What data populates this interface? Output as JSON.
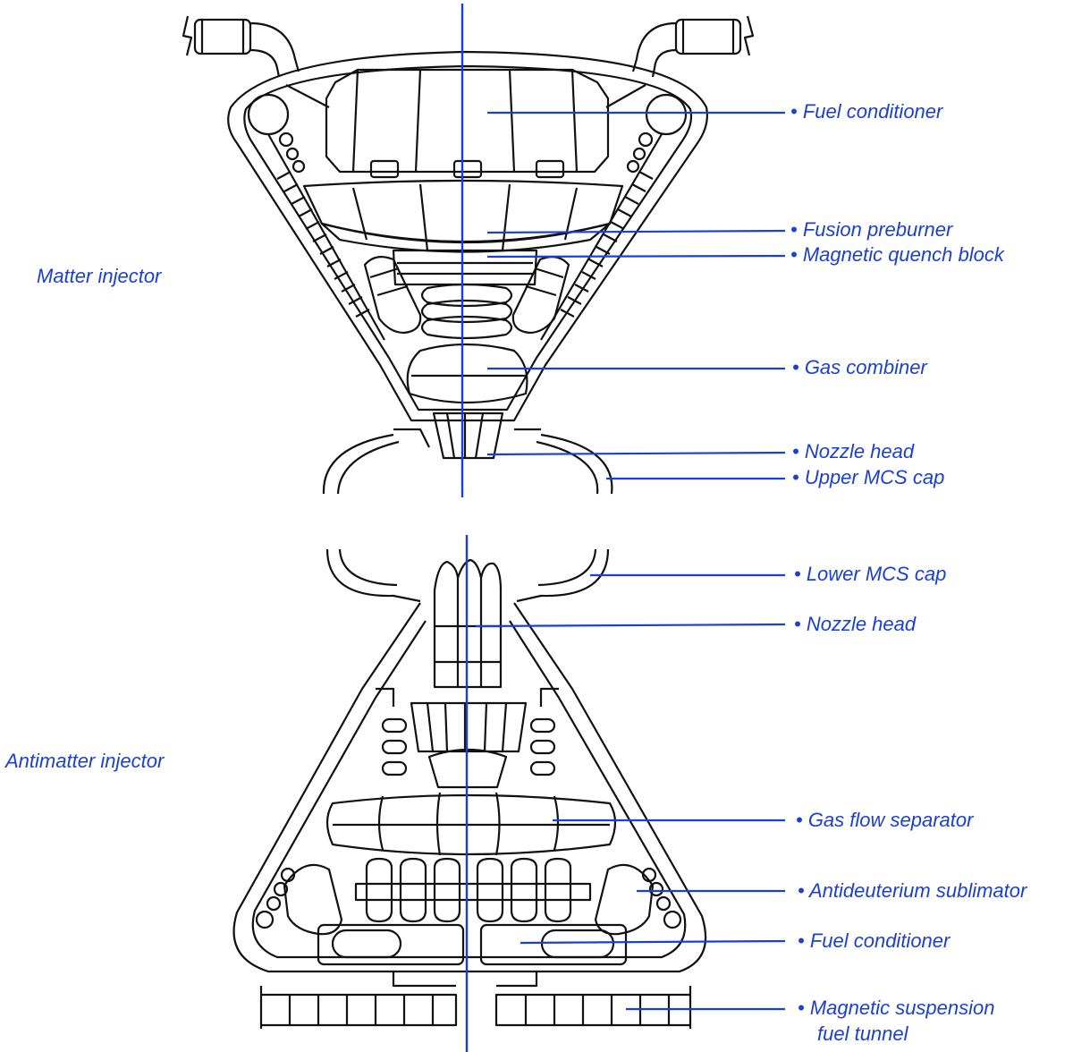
{
  "sections": {
    "matter": "Matter injector",
    "antimatter": "Antimatter injector"
  },
  "labels": {
    "upper": [
      "• Fuel conditioner",
      "• Fusion preburner",
      "• Magnetic quench block",
      "• Gas combiner",
      "• Nozzle head",
      "• Upper MCS cap"
    ],
    "lower": [
      "• Lower MCS cap",
      "• Nozzle head",
      "• Gas flow separator",
      "• Antideuterium sublimator",
      "• Fuel conditioner",
      "• Magnetic suspension",
      "fuel tunnel"
    ]
  },
  "colors": {
    "label": "#1a3fd6",
    "line": "#1a3fd6",
    "drawing": "#111111"
  }
}
